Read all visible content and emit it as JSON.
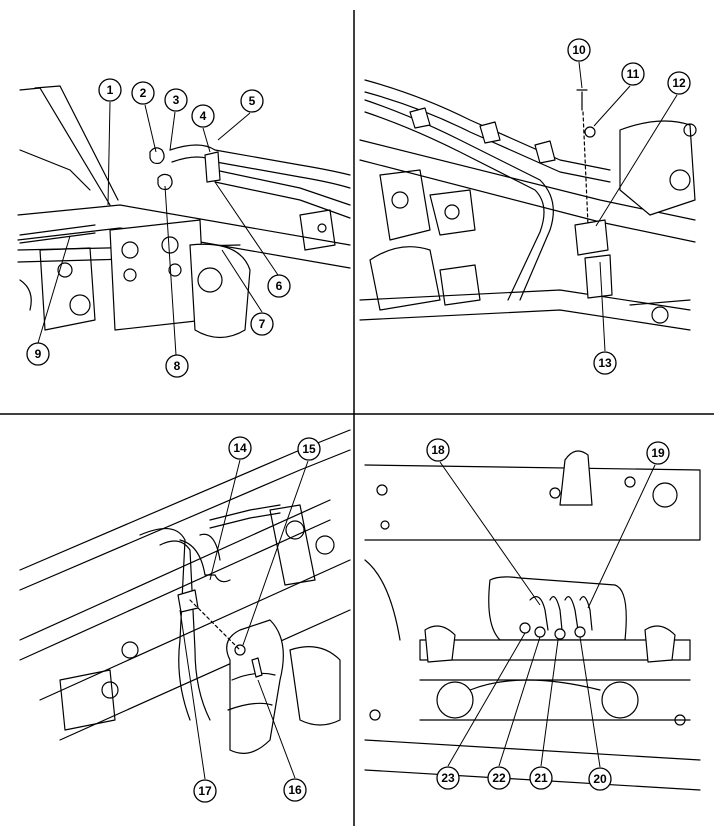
{
  "panels": [
    {
      "id": "top-left",
      "callouts": [
        "1",
        "2",
        "3",
        "4",
        "5",
        "6",
        "7",
        "8",
        "9"
      ]
    },
    {
      "id": "top-right",
      "callouts": [
        "10",
        "11",
        "12",
        "13"
      ]
    },
    {
      "id": "bottom-left",
      "callouts": [
        "14",
        "15",
        "16",
        "17"
      ]
    },
    {
      "id": "bottom-right",
      "callouts": [
        "18",
        "19",
        "20",
        "21",
        "22",
        "23"
      ]
    }
  ],
  "colors": {
    "ink": "#000000",
    "background": "#ffffff",
    "shade": "#e8e8e8"
  }
}
